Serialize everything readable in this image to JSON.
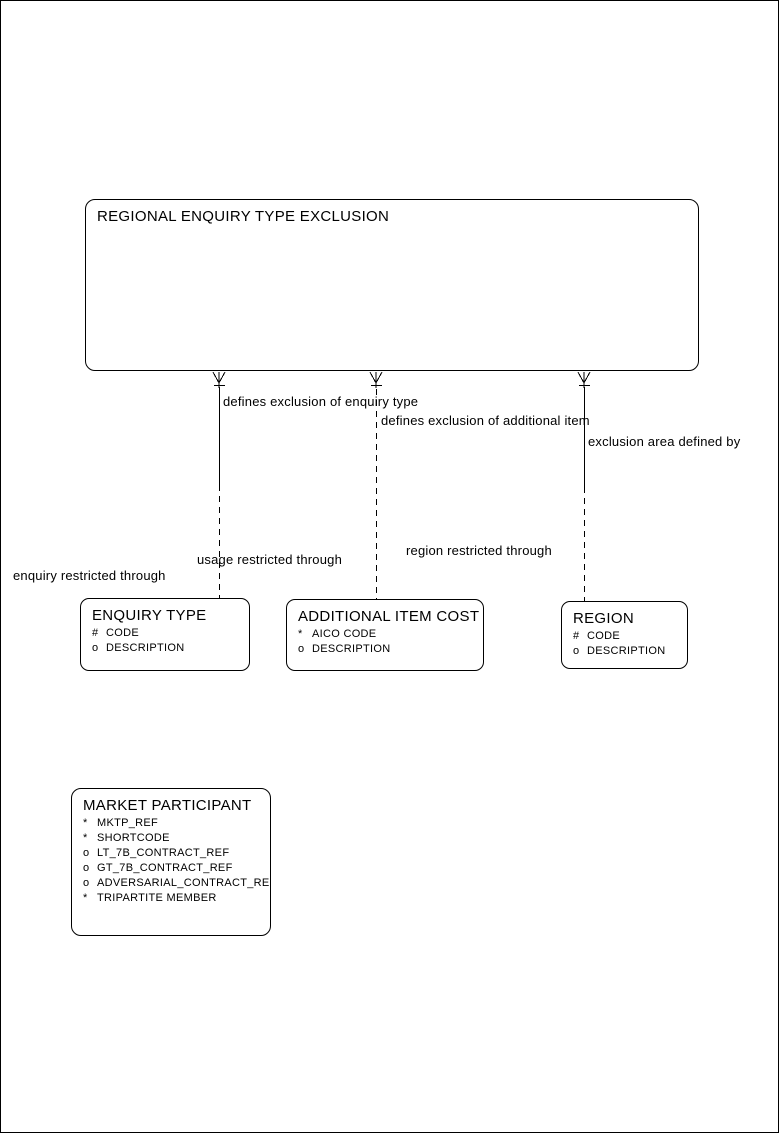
{
  "colors": {
    "background": "#ffffff",
    "line": "#000000",
    "text": "#000000"
  },
  "entities": {
    "regional_enquiry_type_exclusion": {
      "title": "REGIONAL ENQUIRY TYPE EXCLUSION",
      "attributes": []
    },
    "enquiry_type": {
      "title": "ENQUIRY TYPE",
      "attributes": [
        {
          "prefix": "#",
          "name": "CODE"
        },
        {
          "prefix": "o",
          "name": "DESCRIPTION"
        }
      ]
    },
    "additional_item_cost": {
      "title": "ADDITIONAL ITEM COST",
      "attributes": [
        {
          "prefix": "*",
          "name": "AICO CODE"
        },
        {
          "prefix": "o",
          "name": "DESCRIPTION"
        }
      ]
    },
    "region": {
      "title": "REGION",
      "attributes": [
        {
          "prefix": "#",
          "name": "CODE"
        },
        {
          "prefix": "o",
          "name": "DESCRIPTION"
        }
      ]
    },
    "market_participant": {
      "title": "MARKET PARTICIPANT",
      "attributes": [
        {
          "prefix": "*",
          "name": "MKTP_REF"
        },
        {
          "prefix": "*",
          "name": "SHORTCODE"
        },
        {
          "prefix": "o",
          "name": "LT_7B_CONTRACT_REF"
        },
        {
          "prefix": "o",
          "name": "GT_7B_CONTRACT_REF"
        },
        {
          "prefix": "o",
          "name": "ADVERSARIAL_CONTRACT_REF"
        },
        {
          "prefix": "*",
          "name": "TRIPARTITE MEMBER"
        }
      ]
    }
  },
  "relationships": [
    {
      "from": "REGIONAL ENQUIRY TYPE EXCLUSION",
      "to": "ENQUIRY TYPE",
      "forward_label": "defines exclusion of enquiry type",
      "reverse_label": "enquiry restricted through",
      "crow_foot_end": "REGIONAL ENQUIRY TYPE EXCLUSION",
      "line_style": "solid upper half, dashed lower half"
    },
    {
      "from": "REGIONAL ENQUIRY TYPE EXCLUSION",
      "to": "ADDITIONAL ITEM COST",
      "forward_label": "defines exclusion of additional item",
      "reverse_label": "usage restricted through",
      "crow_foot_end": "REGIONAL ENQUIRY TYPE EXCLUSION",
      "line_style": "dashed full length"
    },
    {
      "from": "REGIONAL ENQUIRY TYPE EXCLUSION",
      "to": "REGION",
      "forward_label": "exclusion area defined by",
      "reverse_label": "region restricted through",
      "crow_foot_end": "REGIONAL ENQUIRY TYPE EXCLUSION",
      "line_style": "solid upper half, dashed lower half"
    }
  ]
}
